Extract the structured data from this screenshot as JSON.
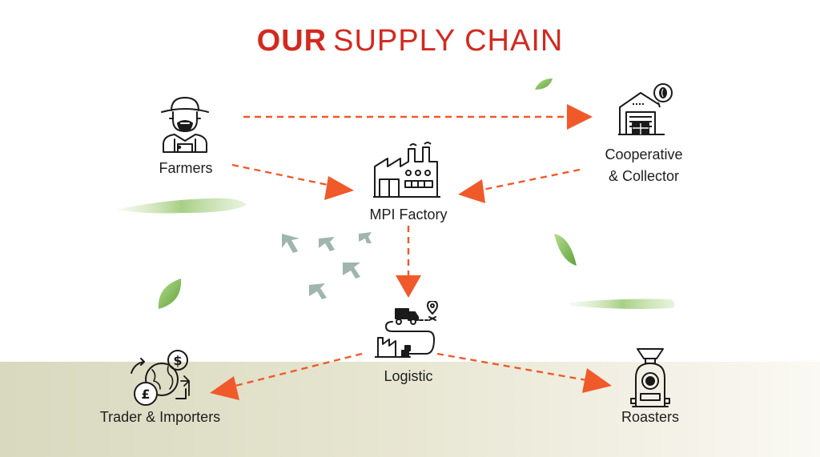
{
  "title": {
    "bold": "OUR",
    "light": "SUPPLY CHAIN"
  },
  "nodes": {
    "farmers": {
      "label": "Farmers",
      "icon": "farmer-icon"
    },
    "cooperative": {
      "label_line1": "Cooperative",
      "label_line2": "& Collector",
      "icon": "warehouse-icon"
    },
    "factory": {
      "label": "MPI Factory",
      "icon": "factory-icon"
    },
    "logistic": {
      "label": "Logistic",
      "icon": "logistic-route-icon"
    },
    "traders": {
      "label": "Trader & Importers",
      "icon": "global-trade-icon"
    },
    "roasters": {
      "label": "Roasters",
      "icon": "coffee-roaster-icon"
    }
  },
  "flows": [
    {
      "from": "Farmers",
      "to": "Cooperative & Collector"
    },
    {
      "from": "Farmers",
      "to": "MPI Factory"
    },
    {
      "from": "Cooperative & Collector",
      "to": "MPI Factory"
    },
    {
      "from": "MPI Factory",
      "to": "Logistic"
    },
    {
      "from": "Logistic",
      "to": "Trader & Importers"
    },
    {
      "from": "Logistic",
      "to": "Roasters"
    }
  ],
  "colors": {
    "title": "#d22a1f",
    "arrow": "#f0592a",
    "leaf": "#8cc063",
    "birds": "#9fb5ad",
    "icon_stroke": "#1a1a1a"
  }
}
